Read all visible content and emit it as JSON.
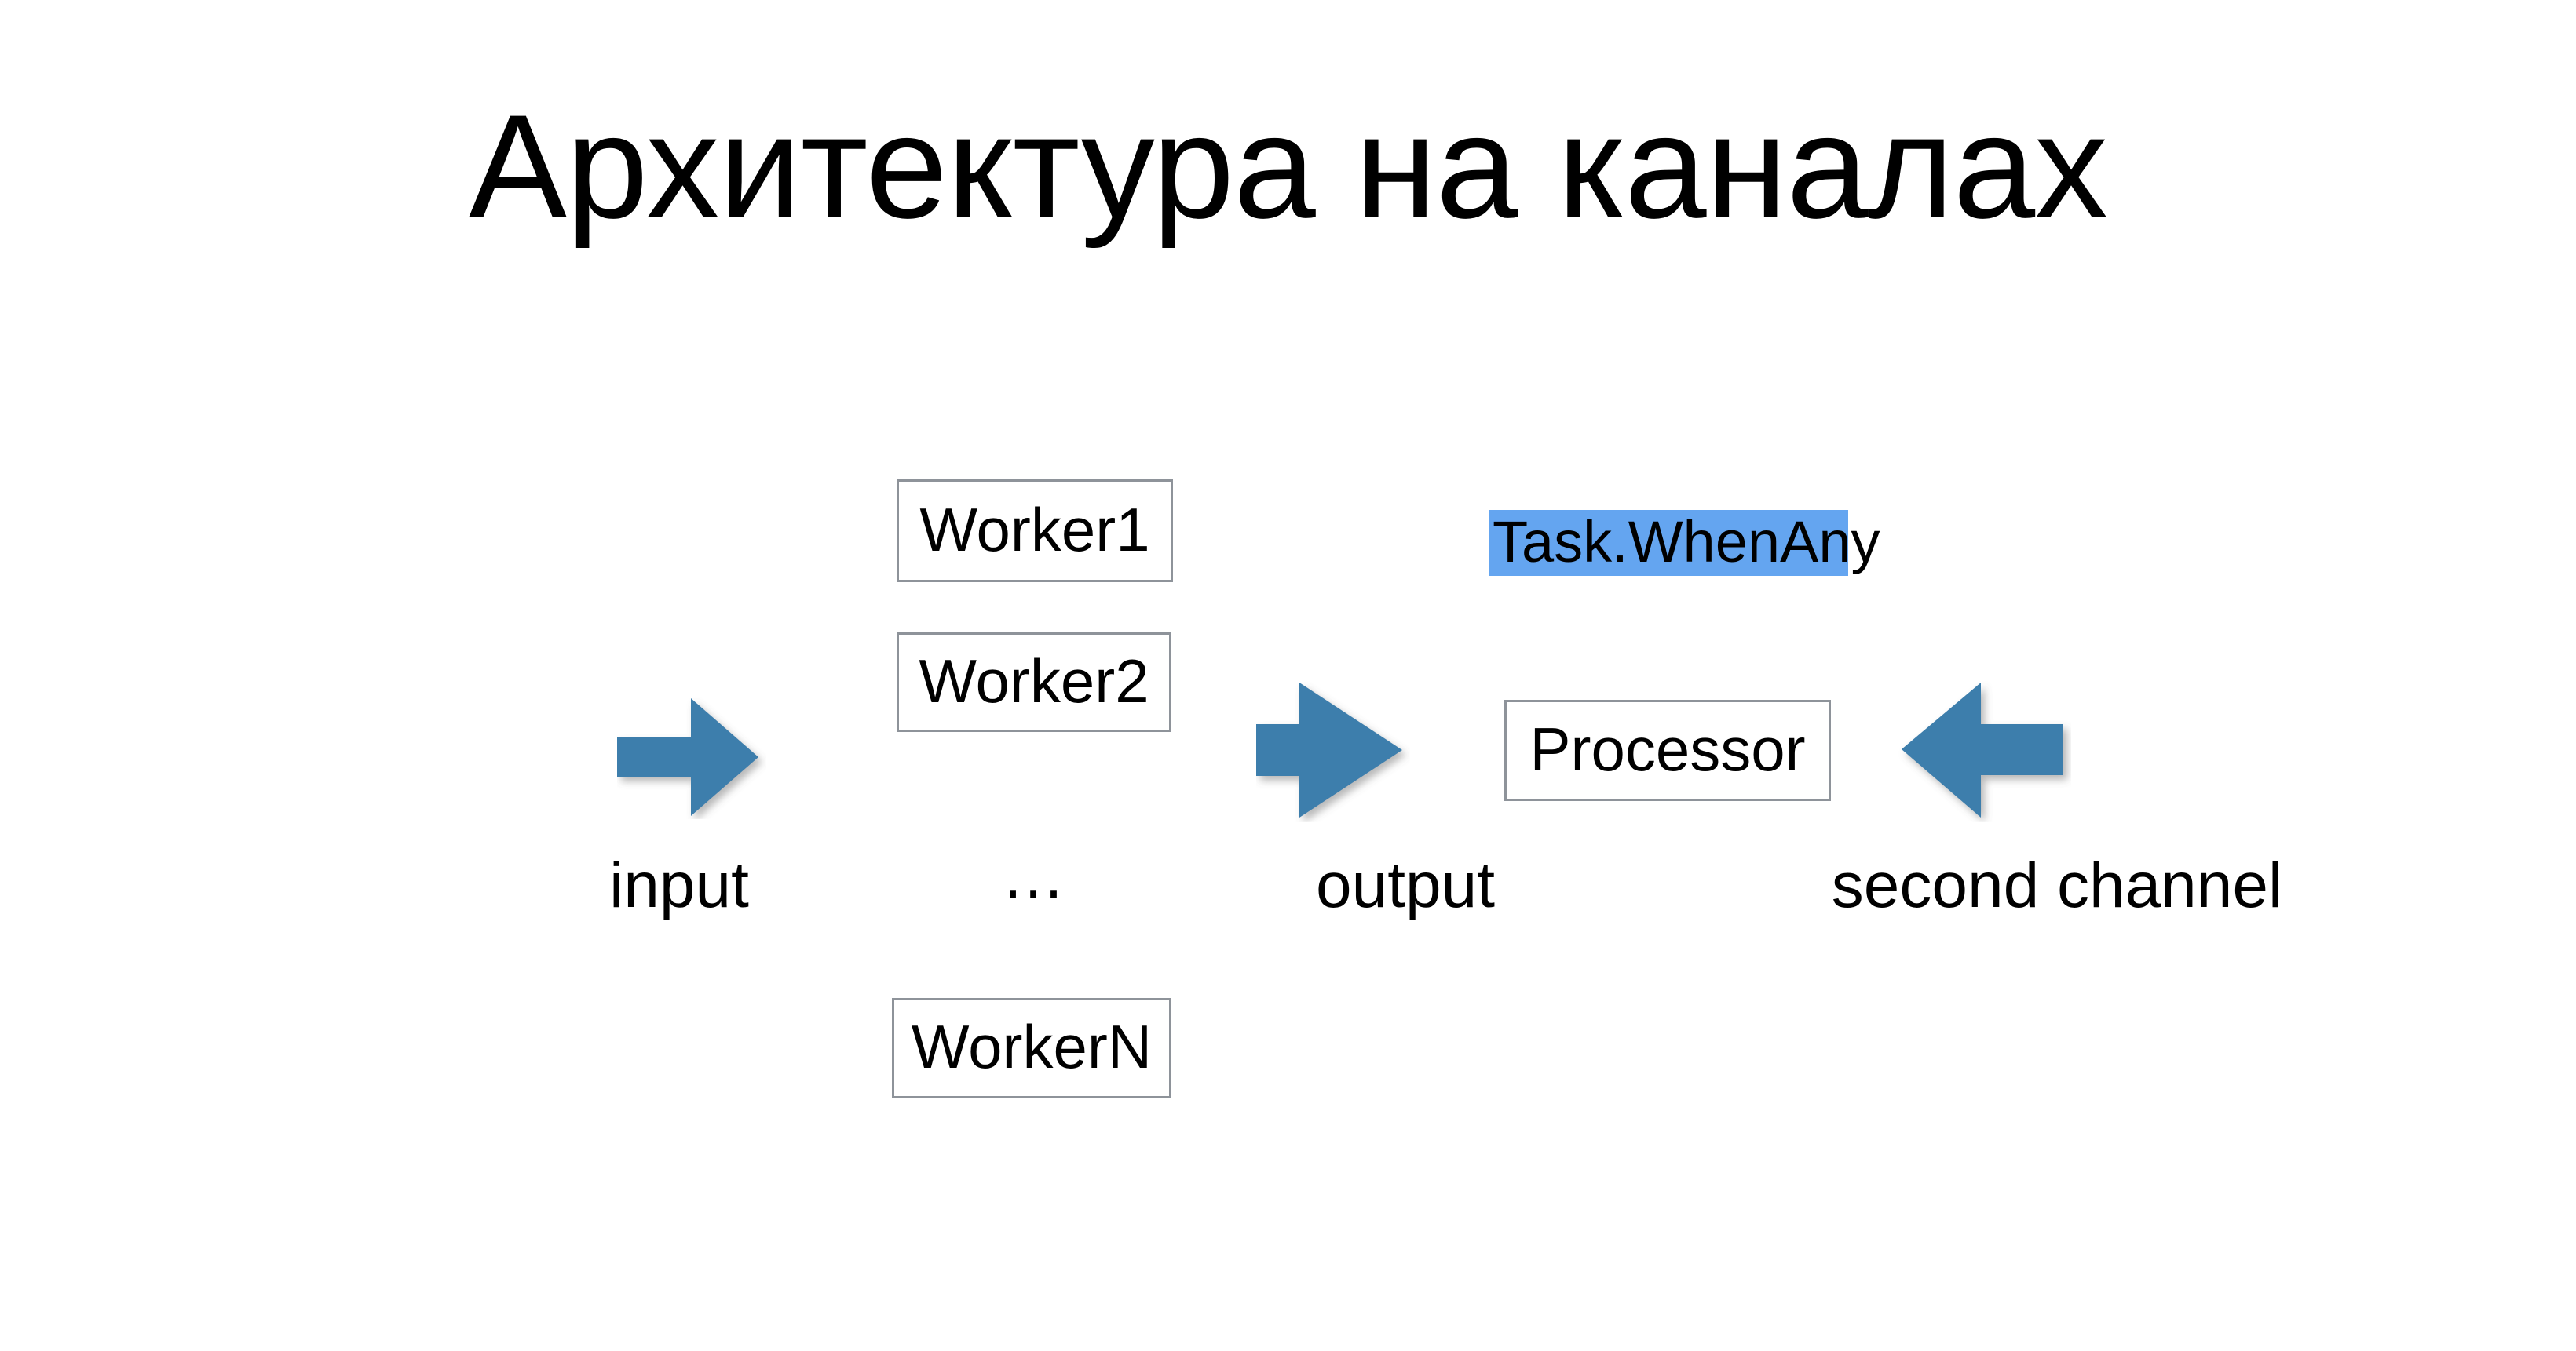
{
  "slide": {
    "title": "Архитектура на каналах",
    "background_color": "#ffffff",
    "text_color": "#000000"
  },
  "diagram": {
    "workers": [
      {
        "label": "Worker1",
        "name": "worker1"
      },
      {
        "label": "Worker2",
        "name": "worker2"
      },
      {
        "label": "WorkerN",
        "name": "workern"
      }
    ],
    "workers_ellipsis": "…",
    "processor": {
      "label": "Processor"
    },
    "annotation": {
      "label": "Task.WhenAny",
      "highlight_color": "#64a5f0"
    },
    "arrows": [
      {
        "name": "input-arrow",
        "direction": "right",
        "color": "#3c7eac"
      },
      {
        "name": "output-arrow",
        "direction": "right",
        "color": "#3c7eac"
      },
      {
        "name": "second-channel-arrow",
        "direction": "left",
        "color": "#3c7eac"
      }
    ],
    "captions": {
      "input": "input",
      "output": "output",
      "second_channel": "second channel"
    },
    "box_border_color": "#8e939a"
  }
}
